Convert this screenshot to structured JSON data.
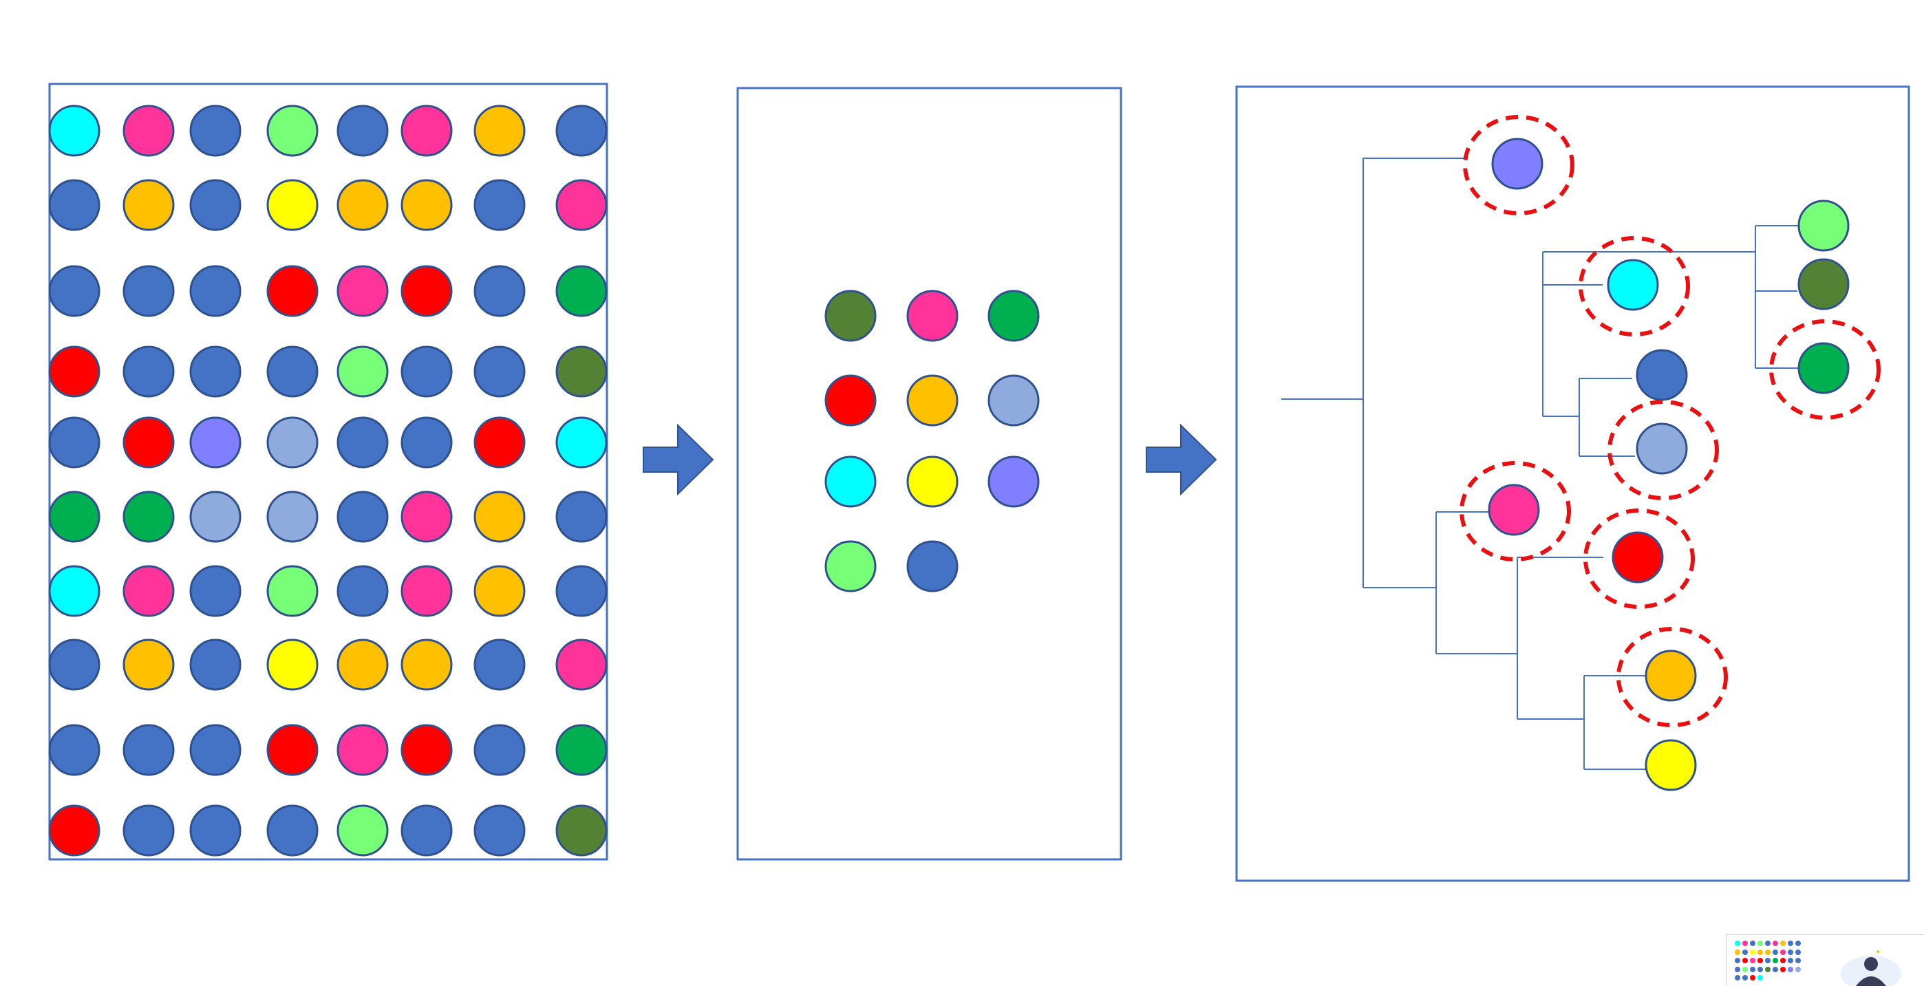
{
  "colors": {
    "blue": "#4472c4",
    "cyan": "#00ffff",
    "magenta": "#ff3399",
    "lime": "#77ff77",
    "orange": "#ffc000",
    "yellow": "#ffff00",
    "red": "#ff0000",
    "green": "#00b050",
    "olive": "#548235",
    "periwinkle": "#7f7fff",
    "lightblue": "#8faadc",
    "stroke": "#2f528f",
    "frame": "#4472c4",
    "highlight": "#e81010"
  },
  "grid": {
    "rows": [
      [
        "cyan",
        "magenta",
        "blue",
        "lime",
        "blue",
        "magenta",
        "orange",
        "blue"
      ],
      [
        "blue",
        "orange",
        "blue",
        "yellow",
        "orange",
        "orange",
        "blue",
        "magenta"
      ],
      [
        "blue",
        "blue",
        "blue",
        "red",
        "magenta",
        "red",
        "blue",
        "green"
      ],
      [
        "red",
        "blue",
        "blue",
        "blue",
        "lime",
        "blue",
        "blue",
        "olive"
      ],
      [
        "blue",
        "red",
        "periwinkle",
        "lightblue",
        "blue",
        "blue",
        "red",
        "cyan"
      ],
      [
        "green",
        "green",
        "lightblue",
        "lightblue",
        "blue",
        "magenta",
        "orange",
        "blue"
      ],
      [
        "cyan",
        "magenta",
        "blue",
        "lime",
        "blue",
        "magenta",
        "orange",
        "blue"
      ],
      [
        "blue",
        "orange",
        "blue",
        "yellow",
        "orange",
        "orange",
        "blue",
        "magenta"
      ],
      [
        "blue",
        "blue",
        "blue",
        "red",
        "magenta",
        "red",
        "blue",
        "green"
      ],
      [
        "red",
        "blue",
        "blue",
        "blue",
        "lime",
        "blue",
        "blue",
        "olive"
      ]
    ]
  },
  "unique_set": {
    "rows": [
      [
        "olive",
        "magenta",
        "green"
      ],
      [
        "red",
        "orange",
        "lightblue"
      ],
      [
        "cyan",
        "yellow",
        "periwinkle"
      ],
      [
        "lime",
        "blue"
      ]
    ]
  },
  "tree": {
    "leaves": [
      {
        "id": "n1",
        "color": "periwinkle",
        "highlighted": true
      },
      {
        "id": "n2",
        "color": "lime",
        "highlighted": false
      },
      {
        "id": "n3",
        "color": "olive",
        "highlighted": false
      },
      {
        "id": "n4",
        "color": "green",
        "highlighted": true
      },
      {
        "id": "n5",
        "color": "cyan",
        "highlighted": true
      },
      {
        "id": "n6",
        "color": "blue",
        "highlighted": false
      },
      {
        "id": "n7",
        "color": "lightblue",
        "highlighted": true
      },
      {
        "id": "n8",
        "color": "magenta",
        "highlighted": true
      },
      {
        "id": "n9",
        "color": "red",
        "highlighted": true
      },
      {
        "id": "n10",
        "color": "orange",
        "highlighted": true
      },
      {
        "id": "n11",
        "color": "yellow",
        "highlighted": false
      }
    ]
  },
  "arrows": [
    "arrow-grid-to-set",
    "arrow-set-to-tree"
  ],
  "thumbnail": {
    "dot_colors": [
      "cyan",
      "magenta",
      "blue",
      "lime",
      "blue",
      "magenta",
      "orange",
      "blue",
      "blue",
      "orange",
      "blue",
      "yellow",
      "orange",
      "orange",
      "blue",
      "magenta",
      "blue",
      "blue",
      "blue",
      "red",
      "magenta",
      "red",
      "blue",
      "green",
      "red",
      "blue",
      "blue",
      "blue",
      "lime",
      "blue",
      "blue",
      "olive",
      "blue",
      "red",
      "periwinkle",
      "lightblue",
      "blue",
      "blue",
      "red",
      "cyan"
    ]
  }
}
